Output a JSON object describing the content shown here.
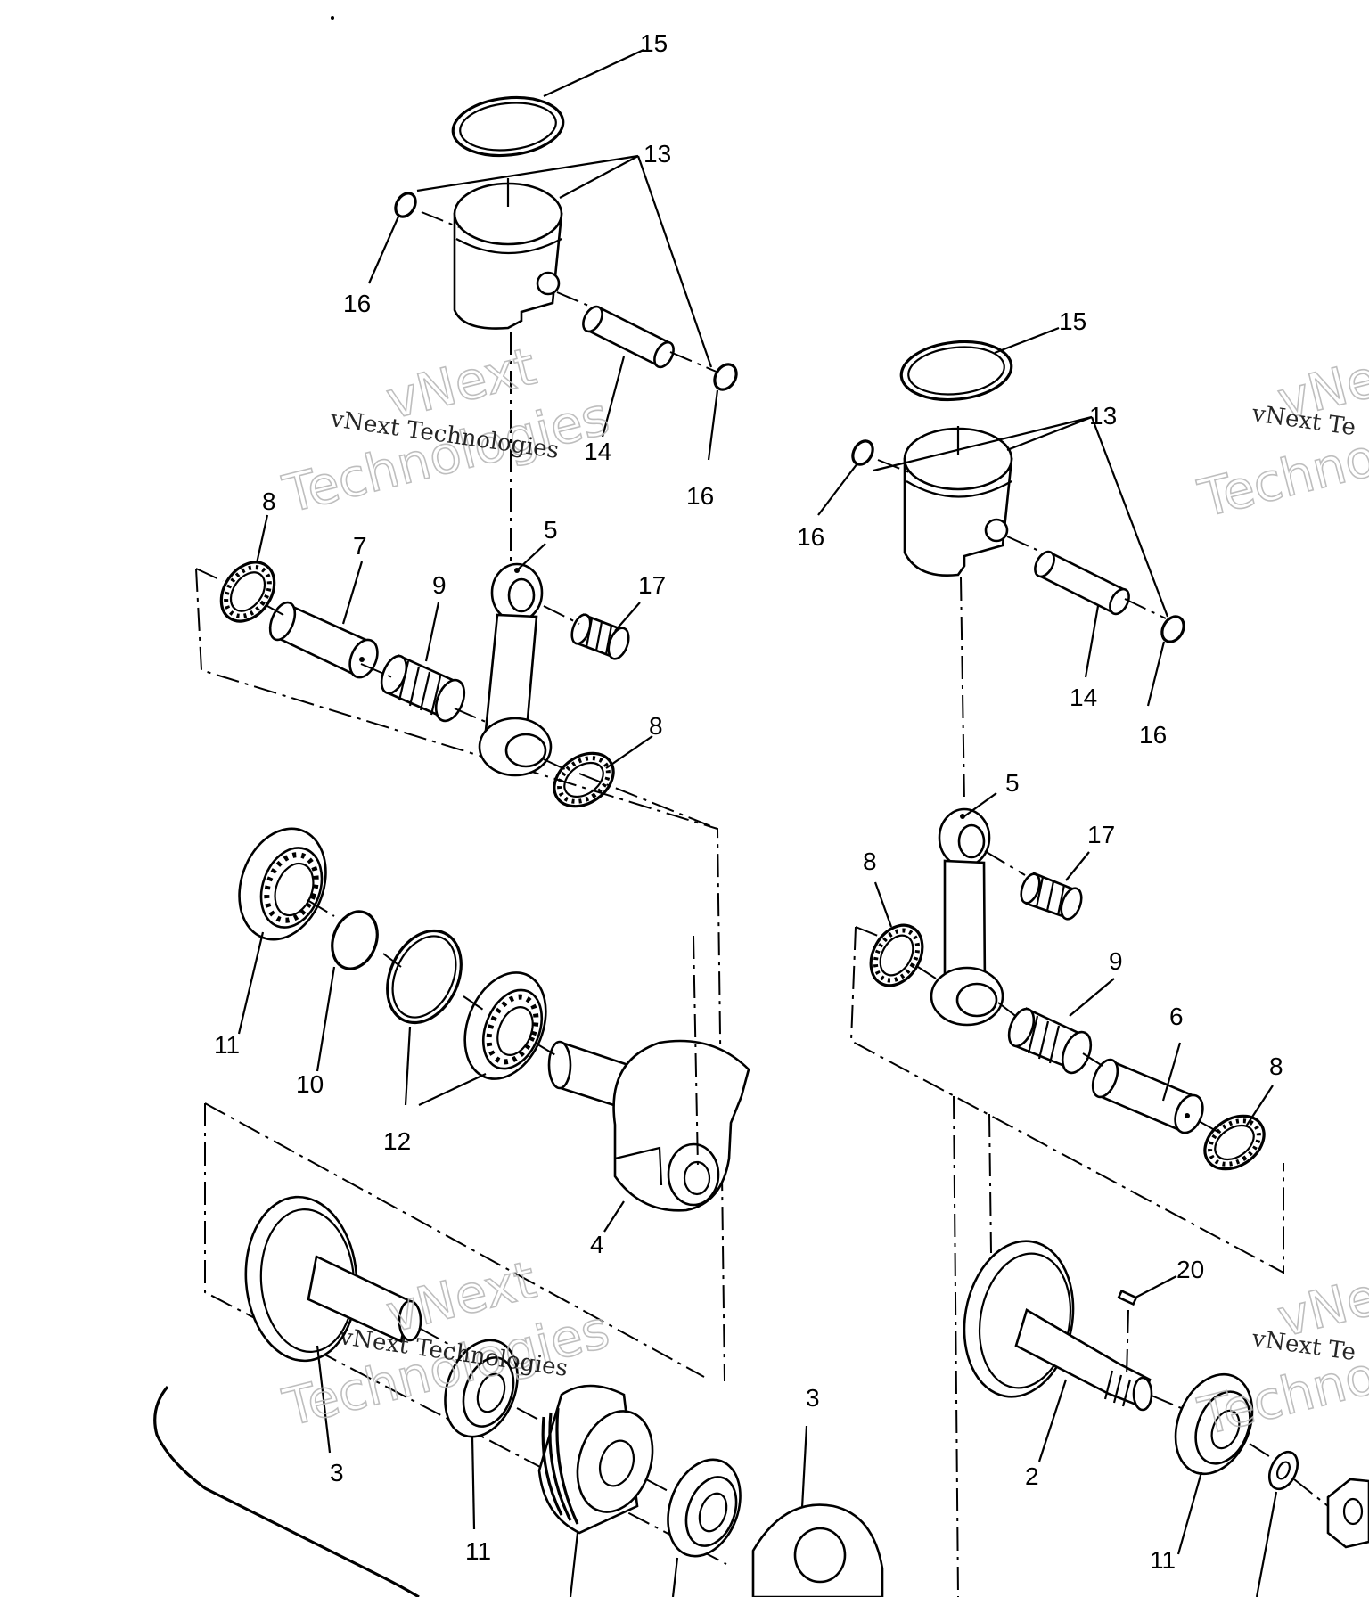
{
  "diagram": {
    "callouts": {
      "c15a": "15",
      "c13a": "13",
      "c16a": "16",
      "c16b": "16",
      "c14a": "14",
      "c8a": "8",
      "c7": "7",
      "c9a": "9",
      "c5a": "5",
      "c17a": "17",
      "c8b": "8",
      "c11a": "11",
      "c10": "10",
      "c12": "12",
      "c4": "4",
      "c3a": "3",
      "c11b": "11",
      "c3b": "3",
      "c15b": "15",
      "c13b": "13",
      "c16c": "16",
      "c14b": "14",
      "c16d": "16",
      "c5b": "5",
      "c17b": "17",
      "c8c": "8",
      "c9b": "9",
      "c6": "6",
      "c8d": "8",
      "c20": "20",
      "c2": "2",
      "c11c": "11"
    },
    "watermark": {
      "line_small": "vNext Technologies",
      "line_top": "vNext",
      "line_bottom": "Technologies",
      "right_small": "vNext Te",
      "right_top": "vNe",
      "right_bottom": "Techno"
    }
  }
}
